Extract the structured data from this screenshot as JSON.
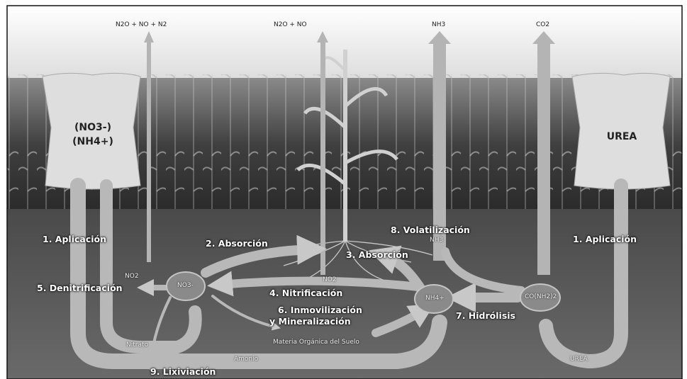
{
  "gases": {
    "left": "N2O + NO + N2",
    "center": "N2O + NO",
    "nh3": "NH3",
    "co2": "CO2"
  },
  "bags": {
    "left_line1": "(NO3-)",
    "left_line2": "(NH4+)",
    "right": "UREA"
  },
  "steps": {
    "aplicacion_left": "1. Aplicación",
    "absorcion_2": "2. Absorción",
    "absorcion_3": "3. Absorción",
    "nitrificacion": "4. Nitrificación",
    "denitrificacion": "5. Denitrificación",
    "inmovilizacion": "6. Inmovilización",
    "mineralizacion": "y Mineralización",
    "hidrolisis": "7. Hidrólisis",
    "volatilizacion": "8. Volatilización",
    "lixiviacion": "9. Lixiviación",
    "aplicacion_right": "1. Aplicación"
  },
  "nodes": {
    "no3": "NO3-",
    "nh4": "NH4+",
    "urea": "CO(NH2)2"
  },
  "flow_labels": {
    "nitrato": "Nitrato",
    "amonio": "Amonio",
    "urea": "UREA",
    "materia": "Materia Orgánica del Suelo",
    "no2_label": "NO2",
    "no2_small": "NO2",
    "nh3_small": "NH3"
  },
  "colors": {
    "sky": "#ffffff",
    "field": "#3d3d3d",
    "soil": "#5a5a5a",
    "arrow": "#b9b9b9",
    "bag": "#dcdcdc"
  }
}
